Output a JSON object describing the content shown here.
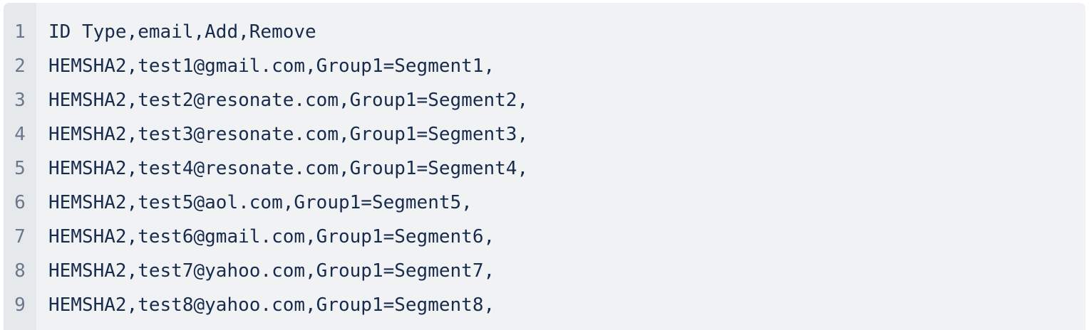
{
  "code_block": {
    "lines": [
      {
        "number": "1",
        "text": "ID Type,email,Add,Remove"
      },
      {
        "number": "2",
        "text": "HEMSHA2,test1@gmail.com,Group1=Segment1,"
      },
      {
        "number": "3",
        "text": "HEMSHA2,test2@resonate.com,Group1=Segment2,"
      },
      {
        "number": "4",
        "text": "HEMSHA2,test3@resonate.com,Group1=Segment3,"
      },
      {
        "number": "5",
        "text": "HEMSHA2,test4@resonate.com,Group1=Segment4,"
      },
      {
        "number": "6",
        "text": "HEMSHA2,test5@aol.com,Group1=Segment5,"
      },
      {
        "number": "7",
        "text": "HEMSHA2,test6@gmail.com,Group1=Segment6,"
      },
      {
        "number": "8",
        "text": "HEMSHA2,test7@yahoo.com,Group1=Segment7,"
      },
      {
        "number": "9",
        "text": "HEMSHA2,test8@yahoo.com,Group1=Segment8,"
      }
    ]
  },
  "colors": {
    "background": "#f0f2f4",
    "gutter": "#e6e9ec",
    "line_number": "#6b778c",
    "code_text": "#172b4d"
  }
}
